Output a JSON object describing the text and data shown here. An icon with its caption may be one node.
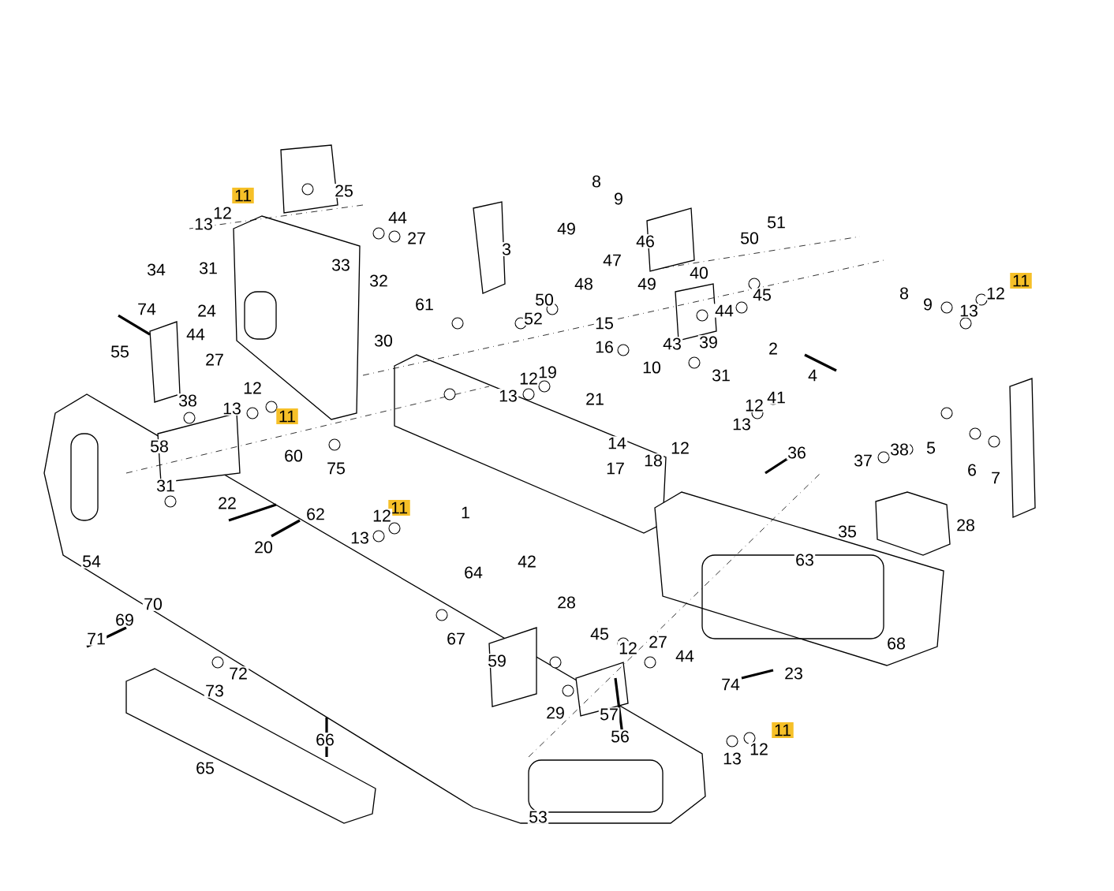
{
  "diagram": {
    "labels": [
      "11",
      "12",
      "13",
      "25",
      "44",
      "27",
      "3",
      "8",
      "9",
      "49",
      "46",
      "50",
      "51",
      "34",
      "31",
      "33",
      "32",
      "24",
      "74",
      "47",
      "48",
      "49",
      "40",
      "45",
      "44",
      "61",
      "52",
      "50",
      "30",
      "55",
      "44",
      "27",
      "15",
      "16",
      "43",
      "39",
      "10",
      "31",
      "8",
      "9",
      "12",
      "11",
      "13",
      "2",
      "4",
      "12",
      "19",
      "13",
      "21",
      "14",
      "18",
      "12",
      "17",
      "12",
      "41",
      "13",
      "38",
      "12",
      "13",
      "11",
      "58",
      "60",
      "75",
      "31",
      "36",
      "37",
      "38",
      "5",
      "6",
      "7",
      "22",
      "62",
      "20",
      "11",
      "12",
      "13",
      "1",
      "35",
      "28",
      "63",
      "54",
      "42",
      "64",
      "28",
      "70",
      "69",
      "71",
      "67",
      "72",
      "73",
      "68",
      "59",
      "45",
      "12",
      "27",
      "44",
      "23",
      "74",
      "29",
      "57",
      "56",
      "66",
      "11",
      "12",
      "13",
      "65",
      "53"
    ]
  }
}
